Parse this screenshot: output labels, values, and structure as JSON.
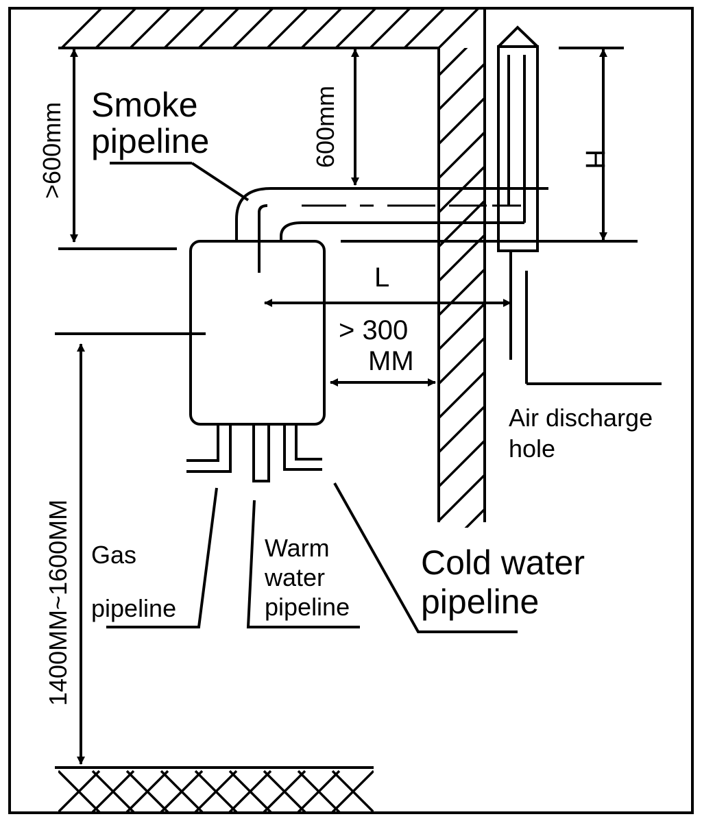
{
  "labels": {
    "smoke_line1": "Smoke",
    "smoke_line2": "pipeline",
    "gt600": ">600mm",
    "d600": "600mm",
    "H": "H",
    "L": "L",
    "gt300_line1": "> 300",
    "gt300_line2": "MM",
    "air_line1": "Air discharge",
    "air_line2": "hole",
    "gas_line1": "Gas",
    "gas_line2": "pipeline",
    "warm_line1": "Warm",
    "warm_line2": "water",
    "warm_line3": "pipeline",
    "cold_line1": "Cold water",
    "cold_line2": "pipeline",
    "height_range": "1400MM~1600MM"
  }
}
